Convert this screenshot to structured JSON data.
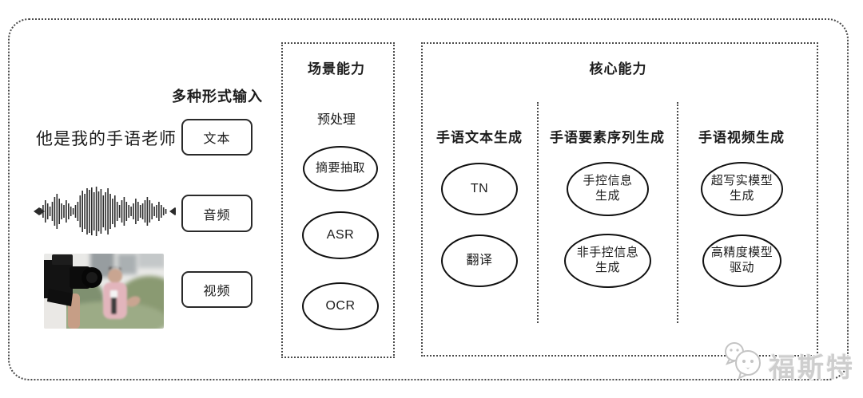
{
  "input_section": {
    "header": "多种形式输入",
    "sample_text": "他是我的手语老师",
    "items": [
      {
        "label": "文本"
      },
      {
        "label": "音频"
      },
      {
        "label": "视频"
      }
    ]
  },
  "scene_box": {
    "title": "场景能力",
    "subtitle": "预处理",
    "nodes": [
      "摘要抽取",
      "ASR",
      "OCR"
    ]
  },
  "core_box": {
    "title": "核心能力",
    "columns": [
      {
        "header": "手语文本生成",
        "nodes": [
          "TN",
          "翻译"
        ]
      },
      {
        "header": "手语要素序列生成",
        "nodes": [
          "手控信息\n生成",
          "非手控信息\n生成"
        ]
      },
      {
        "header": "手语视频生成",
        "nodes": [
          "超写实模型\n生成",
          "高精度模型\n驱动"
        ]
      }
    ]
  },
  "watermark": {
    "text": "福斯特"
  },
  "colors": {
    "line": "#4a4a4a",
    "ink": "#1c1c1c",
    "watermark": "#cecece"
  }
}
